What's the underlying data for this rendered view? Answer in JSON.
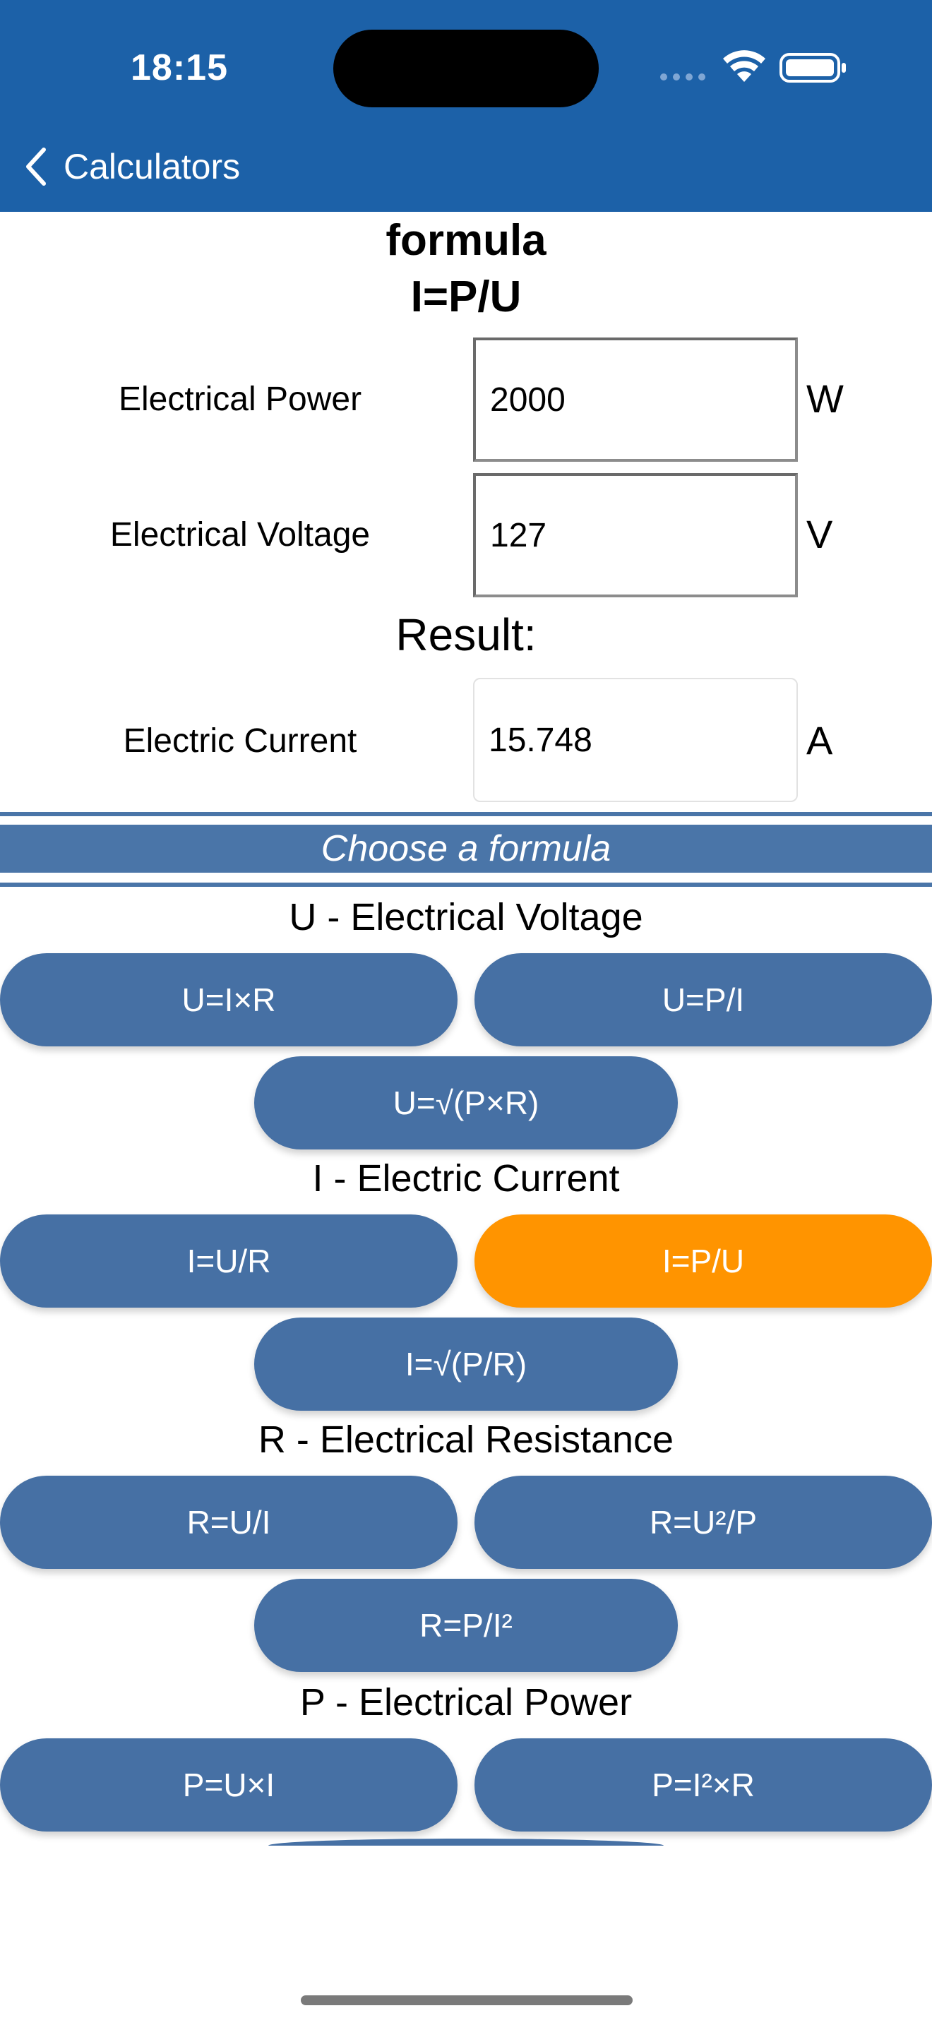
{
  "status_bar": {
    "time": "18:15"
  },
  "nav": {
    "back_label": "Calculators"
  },
  "formula": {
    "title": "formula",
    "expression": "I=P/U"
  },
  "inputs": [
    {
      "label": "Electrical Power",
      "value": "2000",
      "unit": "W"
    },
    {
      "label": "Electrical Voltage",
      "value": "127",
      "unit": "V"
    }
  ],
  "result": {
    "heading": "Result:",
    "label": "Electric Current",
    "value": "15.748",
    "unit": "A"
  },
  "chooser": {
    "banner": "Choose a formula"
  },
  "sections": [
    {
      "title": "U - Electrical Voltage",
      "buttons": [
        "U=I×R",
        "U=P/I",
        "U=√(P×R)"
      ]
    },
    {
      "title": "I - Electric Current",
      "buttons": [
        "I=U/R",
        "I=P/U",
        "I=√(P/R)"
      ]
    },
    {
      "title": "R - Electrical Resistance",
      "buttons": [
        "R=U/I",
        "R=U²/P",
        "R=P/I²"
      ]
    },
    {
      "title": "P - Electrical Power",
      "buttons": [
        "P=U×I",
        "P=I²×R"
      ]
    }
  ],
  "colors": {
    "header": "#1c61a8",
    "button": "#4670a4",
    "active_button": "#ff9400",
    "banner": "#4a75a8"
  }
}
